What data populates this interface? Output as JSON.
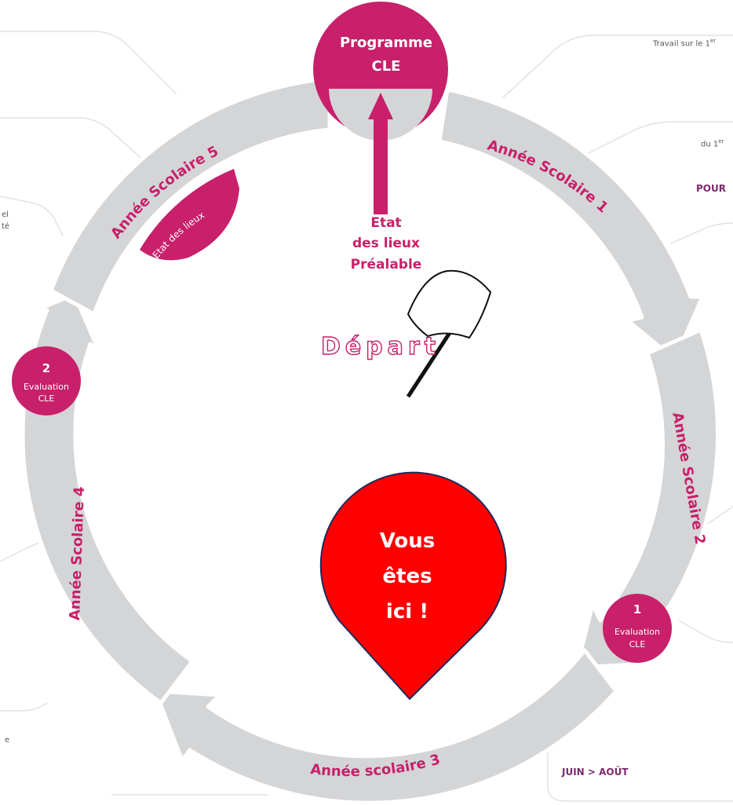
{
  "colors": {
    "magenta": "#c8206a",
    "ring_grey": "#d4d5d7",
    "ring_edge": "#ffffff",
    "pin_red": "#ff0000",
    "pin_outline": "#1d2a5c",
    "panel_line": "#d9d9d9",
    "label_text": "#c8206a"
  },
  "program": {
    "line1": "Programme",
    "line2": "CLE"
  },
  "years": {
    "y1": "Année Scolaire 1",
    "y2": "Année Scolaire 2",
    "y3": "Année scolaire 3",
    "y4": "Année Scolaire 4",
    "y5": "Année Scolaire 5"
  },
  "etat_badge": "Etat des lieux",
  "eval1": {
    "number": "1",
    "line1": "Evaluation",
    "line2": "CLE"
  },
  "eval2": {
    "number": "2",
    "line1": "Evaluation",
    "line2": "CLE"
  },
  "center": {
    "line1": "Etat",
    "line2": "des lieux",
    "line3": "Préalable",
    "depart": "Départ",
    "flag_icon": "checkered-flag"
  },
  "pin": {
    "line1": "Vous",
    "line2": "êtes",
    "line3": "ici !"
  },
  "side": {
    "travail": "Travail sur le 1",
    "travail_sup": "er",
    "du": "du 1",
    "du_sup": "er",
    "pour": "POUR",
    "juin": "JUIN > AOÛT",
    "left_frag1": "el",
    "left_frag2": "té",
    "left_frag3": "e"
  }
}
